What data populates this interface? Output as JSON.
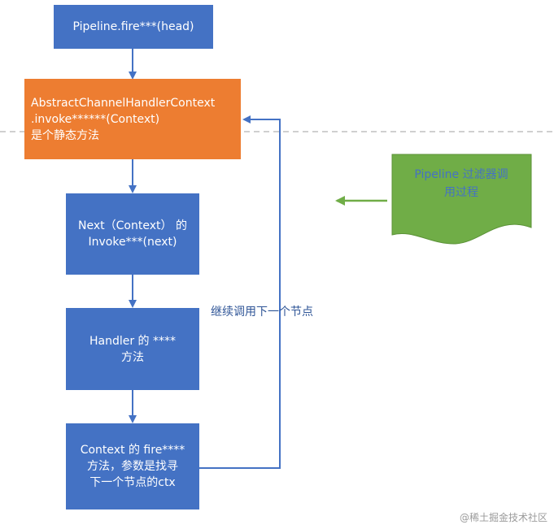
{
  "nodes": {
    "fire_head": {
      "line1": "Pipeline.fire***(head)"
    },
    "abstract_context": {
      "line1": "AbstractChannelHandlerContext",
      "line2": ".invoke******(Context)",
      "line3": "是个静态方法"
    },
    "next_context": {
      "line1": "Next（Context） 的",
      "line2": "Invoke***(next)"
    },
    "handler": {
      "line1": "Handler 的 ****",
      "line2": "方法"
    },
    "context_fire": {
      "line1": "Context 的 fire****",
      "line2": "方法，参数是找寻",
      "line3": "下一个节点的ctx"
    }
  },
  "loop_label": "继续调用下一个节点",
  "callout": {
    "line1": "Pipeline 过滤器调",
    "line2": "用过程"
  },
  "watermark": "@稀土掘金技术社区",
  "colors": {
    "box_blue": "#4472c4",
    "box_orange": "#ed7d31",
    "arrow_blue": "#4472c4",
    "callout_green": "#70ad47",
    "dashed_line": "#bfbfbf"
  }
}
